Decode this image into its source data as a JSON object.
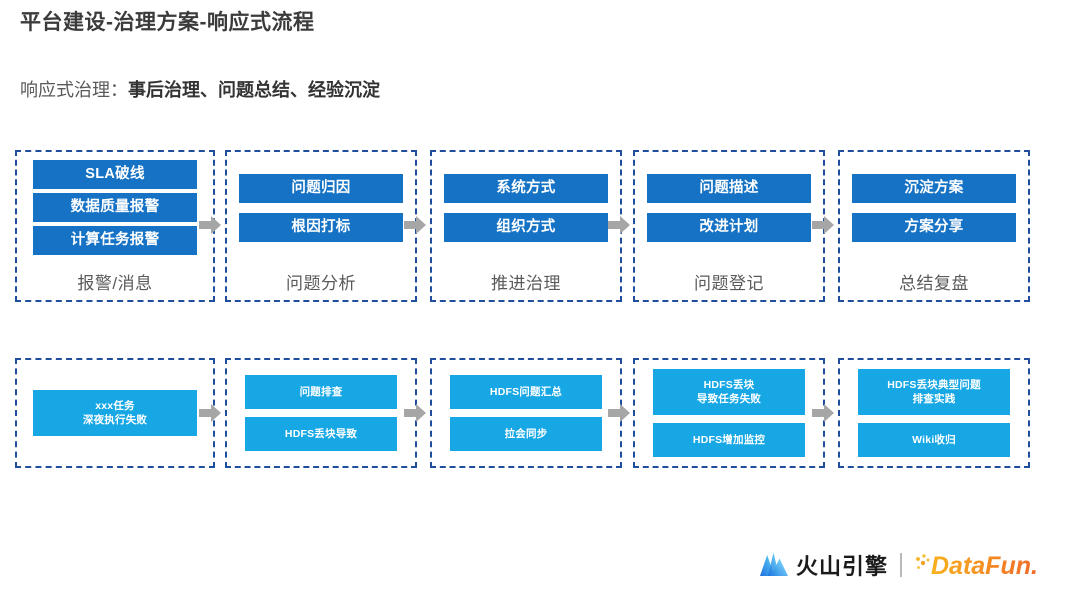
{
  "page_title": "平台建设-治理方案-响应式流程",
  "subtitle": {
    "lead": "响应式治理：",
    "strong": "事后治理、问题总结、经验沉淀"
  },
  "colors": {
    "chip_dark_blue": "#1572c4",
    "chip_light_blue": "#17a7e5",
    "dashed_border": "#1f4e9c",
    "arrow_gray": "#a6a6a6",
    "label_gray": "#5a5a5a",
    "title_gray": "#3b3b3b",
    "datafun_orange": "#f5a21e",
    "volcano_blue": "#1e6fe0"
  },
  "flow_rows": [
    {
      "row_name": "process-row",
      "stages": [
        {
          "label": "报警/消息",
          "chips": [
            "SLA破线",
            "数据质量报警",
            "计算任务报警"
          ]
        },
        {
          "label": "问题分析",
          "chips": [
            "问题归因",
            "根因打标"
          ]
        },
        {
          "label": "推进治理",
          "chips": [
            "系统方式",
            "组织方式"
          ]
        },
        {
          "label": "问题登记",
          "chips": [
            "问题描述",
            "改进计划"
          ]
        },
        {
          "label": "总结复盘",
          "chips": [
            "沉淀方案",
            "方案分享"
          ]
        }
      ]
    },
    {
      "row_name": "example-row",
      "stages": [
        {
          "label": "",
          "chips": [
            "xxx任务\n深夜执行失败"
          ]
        },
        {
          "label": "",
          "chips": [
            "问题排查",
            "HDFS丢块导致"
          ]
        },
        {
          "label": "",
          "chips": [
            "HDFS问题汇总",
            "拉会同步"
          ]
        },
        {
          "label": "",
          "chips": [
            "HDFS丢块\n导致任务失败",
            "HDFS增加监控"
          ]
        },
        {
          "label": "",
          "chips": [
            "HDFS丢块典型问题\n排查实践",
            "Wiki收归"
          ]
        }
      ]
    }
  ],
  "footer": {
    "volcano_engine_text": "火山引擎",
    "divider": "|",
    "datafun_text": "DataFun."
  }
}
